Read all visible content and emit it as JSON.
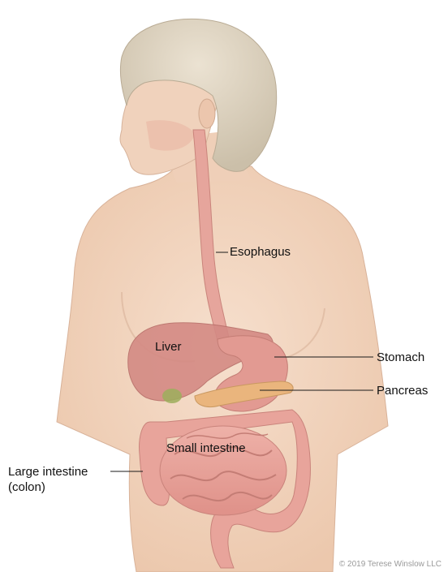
{
  "labels": {
    "esophagus": "Esophagus",
    "liver": "Liver",
    "stomach": "Stomach",
    "pancreas": "Pancreas",
    "small_intestine": "Small intestine",
    "large_intestine": "Large intestine",
    "colon": "(colon)"
  },
  "credit": "© 2019 Terese Winslow LLC",
  "colors": {
    "skin": "#f2d4bd",
    "hair": "#d9cfbe",
    "organ": "#e7a199",
    "organ_dark": "#c97a73",
    "liver": "#d48a84",
    "pancreas": "#eab57d"
  }
}
